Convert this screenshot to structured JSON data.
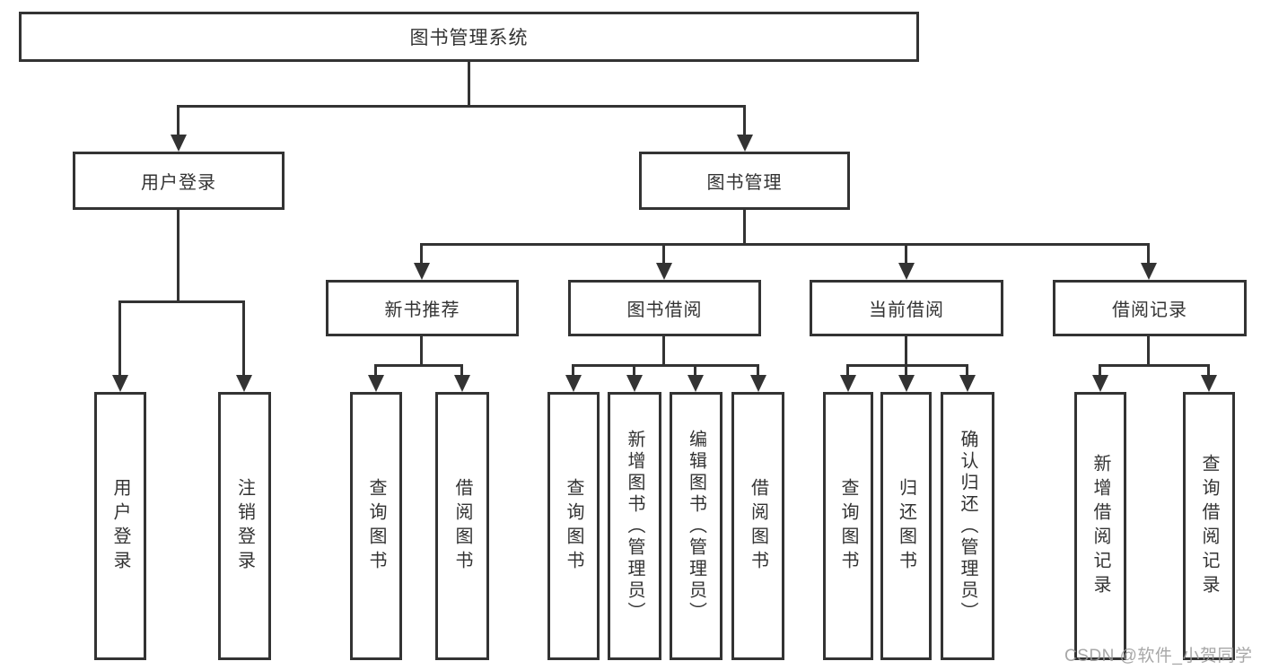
{
  "nodes": {
    "root": "图书管理系统",
    "user_login": "用户登录",
    "book_management": "图书管理",
    "new_book_recommend": "新书推荐",
    "book_borrow": "图书借阅",
    "current_borrow": "当前借阅",
    "borrow_records": "借阅记录",
    "leaf_user_login": "用户登录",
    "leaf_logout": "注销登录",
    "leaf_query_book_1": "查询图书",
    "leaf_borrow_book_1": "借阅图书",
    "leaf_query_book_2": "查询图书",
    "leaf_add_book_admin": "新增图书（管理员）",
    "leaf_edit_book_admin": "编辑图书（管理员）",
    "leaf_borrow_book_2": "借阅图书",
    "leaf_query_book_3": "查询图书",
    "leaf_return_book": "归还图书",
    "leaf_confirm_return_admin": "确认归还（管理员）",
    "leaf_add_borrow_record": "新增借阅记录",
    "leaf_query_borrow_record": "查询借阅记录"
  },
  "hierarchy": {
    "图书管理系统": [
      "用户登录",
      "图书管理"
    ],
    "用户登录": [
      "用户登录",
      "注销登录"
    ],
    "图书管理": [
      "新书推荐",
      "图书借阅",
      "当前借阅",
      "借阅记录"
    ],
    "新书推荐": [
      "查询图书",
      "借阅图书"
    ],
    "图书借阅": [
      "查询图书",
      "新增图书（管理员）",
      "编辑图书（管理员）",
      "借阅图书"
    ],
    "当前借阅": [
      "查询图书",
      "归还图书",
      "确认归还（管理员）"
    ],
    "借阅记录": [
      "新增借阅记录",
      "查询借阅记录"
    ]
  },
  "watermark": "CSDN @软件_小贺同学",
  "colors": {
    "line": "#333333",
    "text": "#333333",
    "box_background": "#ffffff",
    "page_background": "#ffffff",
    "watermark": "#9b9b9b"
  }
}
